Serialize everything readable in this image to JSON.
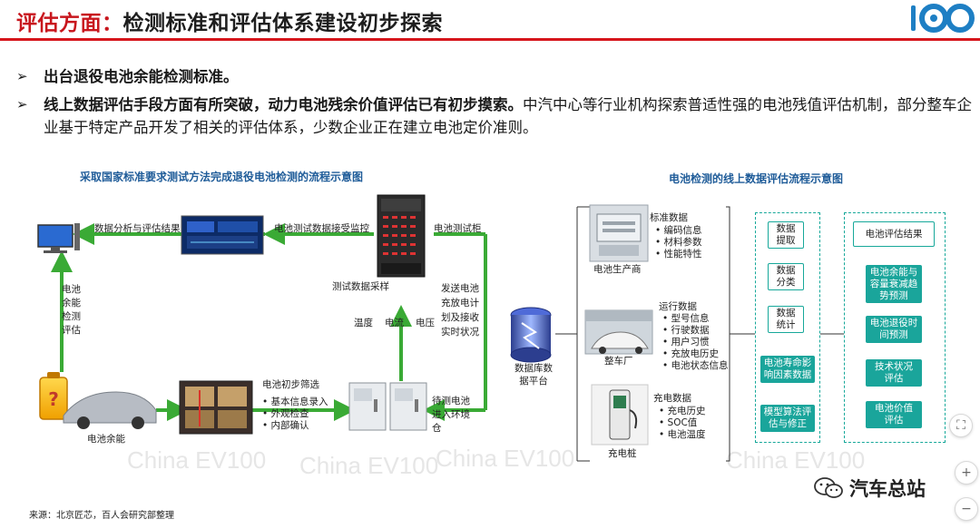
{
  "header": {
    "title_red": "评估方面：",
    "title_dark": "检测标准和评估体系建设初步探索"
  },
  "bullets": [
    {
      "bold": "出台退役电池余能检测标准。",
      "rest": ""
    },
    {
      "bold": "线上数据评估手段方面有所突破，动力电池残余价值评估已有初步摸索。",
      "rest": "中汽中心等行业机构探索普适性强的电池残值评估机制，部分整车企业基于特定产品开发了相关的评估体系，少数企业正在建立电池定价准则。"
    }
  ],
  "left_diagram": {
    "caption": "采取国家标准要求测试方法完成退役电池检测的流程示意图",
    "labels": {
      "analysis": "数据分析与评估结果",
      "monitor": "电池测试数据接受监控",
      "cabinet": "电池测试柜",
      "sampling": "测试数据采样",
      "temp": "温度",
      "current": "电流",
      "voltage": "电压",
      "send": "发送电池充放电计划及接收实时状况",
      "remaining": "电池余能检测评估",
      "battery_remain": "电池余能",
      "screening": "电池初步筛选",
      "env": "待测电池进入环境仓"
    },
    "screening_items": [
      "基本信息录入",
      "外观检查",
      "内部确认"
    ]
  },
  "right_diagram": {
    "caption": "电池检测的线上数据评估流程示意图",
    "platform": "数据库数据平台",
    "sources": [
      {
        "title": "标准数据",
        "items": [
          "编码信息",
          "材料参数",
          "性能特性"
        ],
        "name": "电池生产商"
      },
      {
        "title": "运行数据",
        "items": [
          "型号信息",
          "行驶数据",
          "用户习惯",
          "充放电历史",
          "电池状态信息"
        ],
        "name": "整车厂"
      },
      {
        "title": "充电数据",
        "items": [
          "充电历史",
          "SOC值",
          "电池温度"
        ],
        "name": "充电桩"
      }
    ],
    "process": [
      "数据提取",
      "数据分类",
      "数据统计"
    ],
    "models": [
      "电池寿命影响因素数据",
      "模型算法评估与修正"
    ],
    "result_title": "电池评估结果",
    "results": [
      "电池余能与容量衰减趋势预测",
      "电池退役时间预测",
      "技术状况评估",
      "电池价值评估"
    ]
  },
  "footer": {
    "source": "来源：北京匠芯，百人会研究部整理",
    "wechat_name": "汽车总站",
    "watermark": "China EV100"
  },
  "colors": {
    "accent_red": "#c8161d",
    "teal": "#1aa59b",
    "arrow_green": "#3aaa35",
    "caption_blue": "#1f5c99"
  }
}
